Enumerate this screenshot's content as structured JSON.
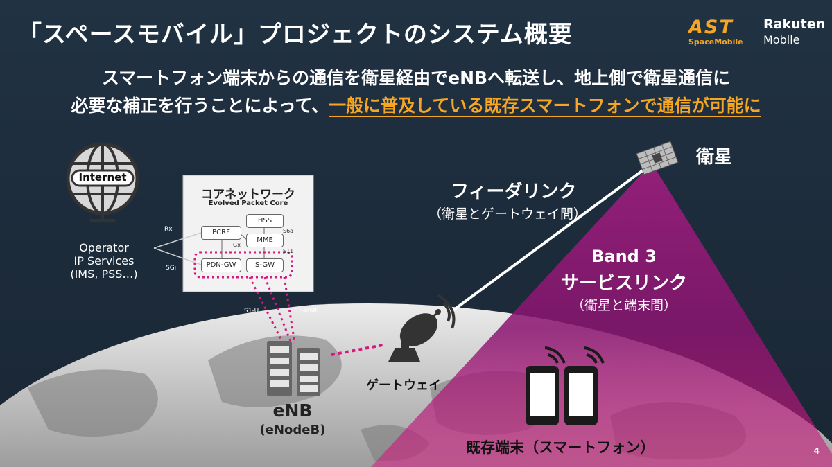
{
  "title": "「スペースモバイル」プロジェクトのシステム概要",
  "subtitle": {
    "line1": "スマートフォン端末からの通信を衛星経由でeNBへ転送し、地上側で衛星通信に",
    "line2_prefix": "必要な補正を行うことによって、",
    "line2_highlight": "一般に普及している既存スマートフォンで通信が可能に"
  },
  "logos": {
    "ast": "AST",
    "ast_sub": "SpaceMobile",
    "rakuten": "Rakuten",
    "rakuten_sub": "Mobile"
  },
  "satellite": {
    "label": "衛星"
  },
  "feeder_link": {
    "label": "フィーダリンク",
    "note": "（衛星とゲートウェイ間）"
  },
  "service_link": {
    "band": "Band 3",
    "label": "サービスリンク",
    "note": "（衛星と端末間）"
  },
  "internet": {
    "label": "Internet"
  },
  "operator_services": {
    "line1": "Operator",
    "line2": "IP Services",
    "line3": "(IMS, PSS…)"
  },
  "core_network": {
    "title": "コアネットワーク",
    "subtitle": "Evolved Packet Core",
    "nodes": {
      "pcrf": "PCRF",
      "hss": "HSS",
      "mme": "MME",
      "pdngw": "PDN-GW",
      "sgw": "S-GW"
    },
    "interfaces": {
      "rx": "Rx",
      "sgi": "SGi",
      "gx": "Gx",
      "s6a": "S6a",
      "s11": "S11",
      "s1u": "S1-U",
      "s1mme": "S1-MME"
    }
  },
  "enb": {
    "label": "eNB",
    "sub": "(eNodeB)"
  },
  "gateway": {
    "label": "ゲートウェイ"
  },
  "terminal": {
    "label": "既存端末（スマートフォン）"
  },
  "page_number": "4",
  "colors": {
    "accent": "#f5a623",
    "magenta": "#d6197f",
    "background": "#1e2e3f"
  }
}
